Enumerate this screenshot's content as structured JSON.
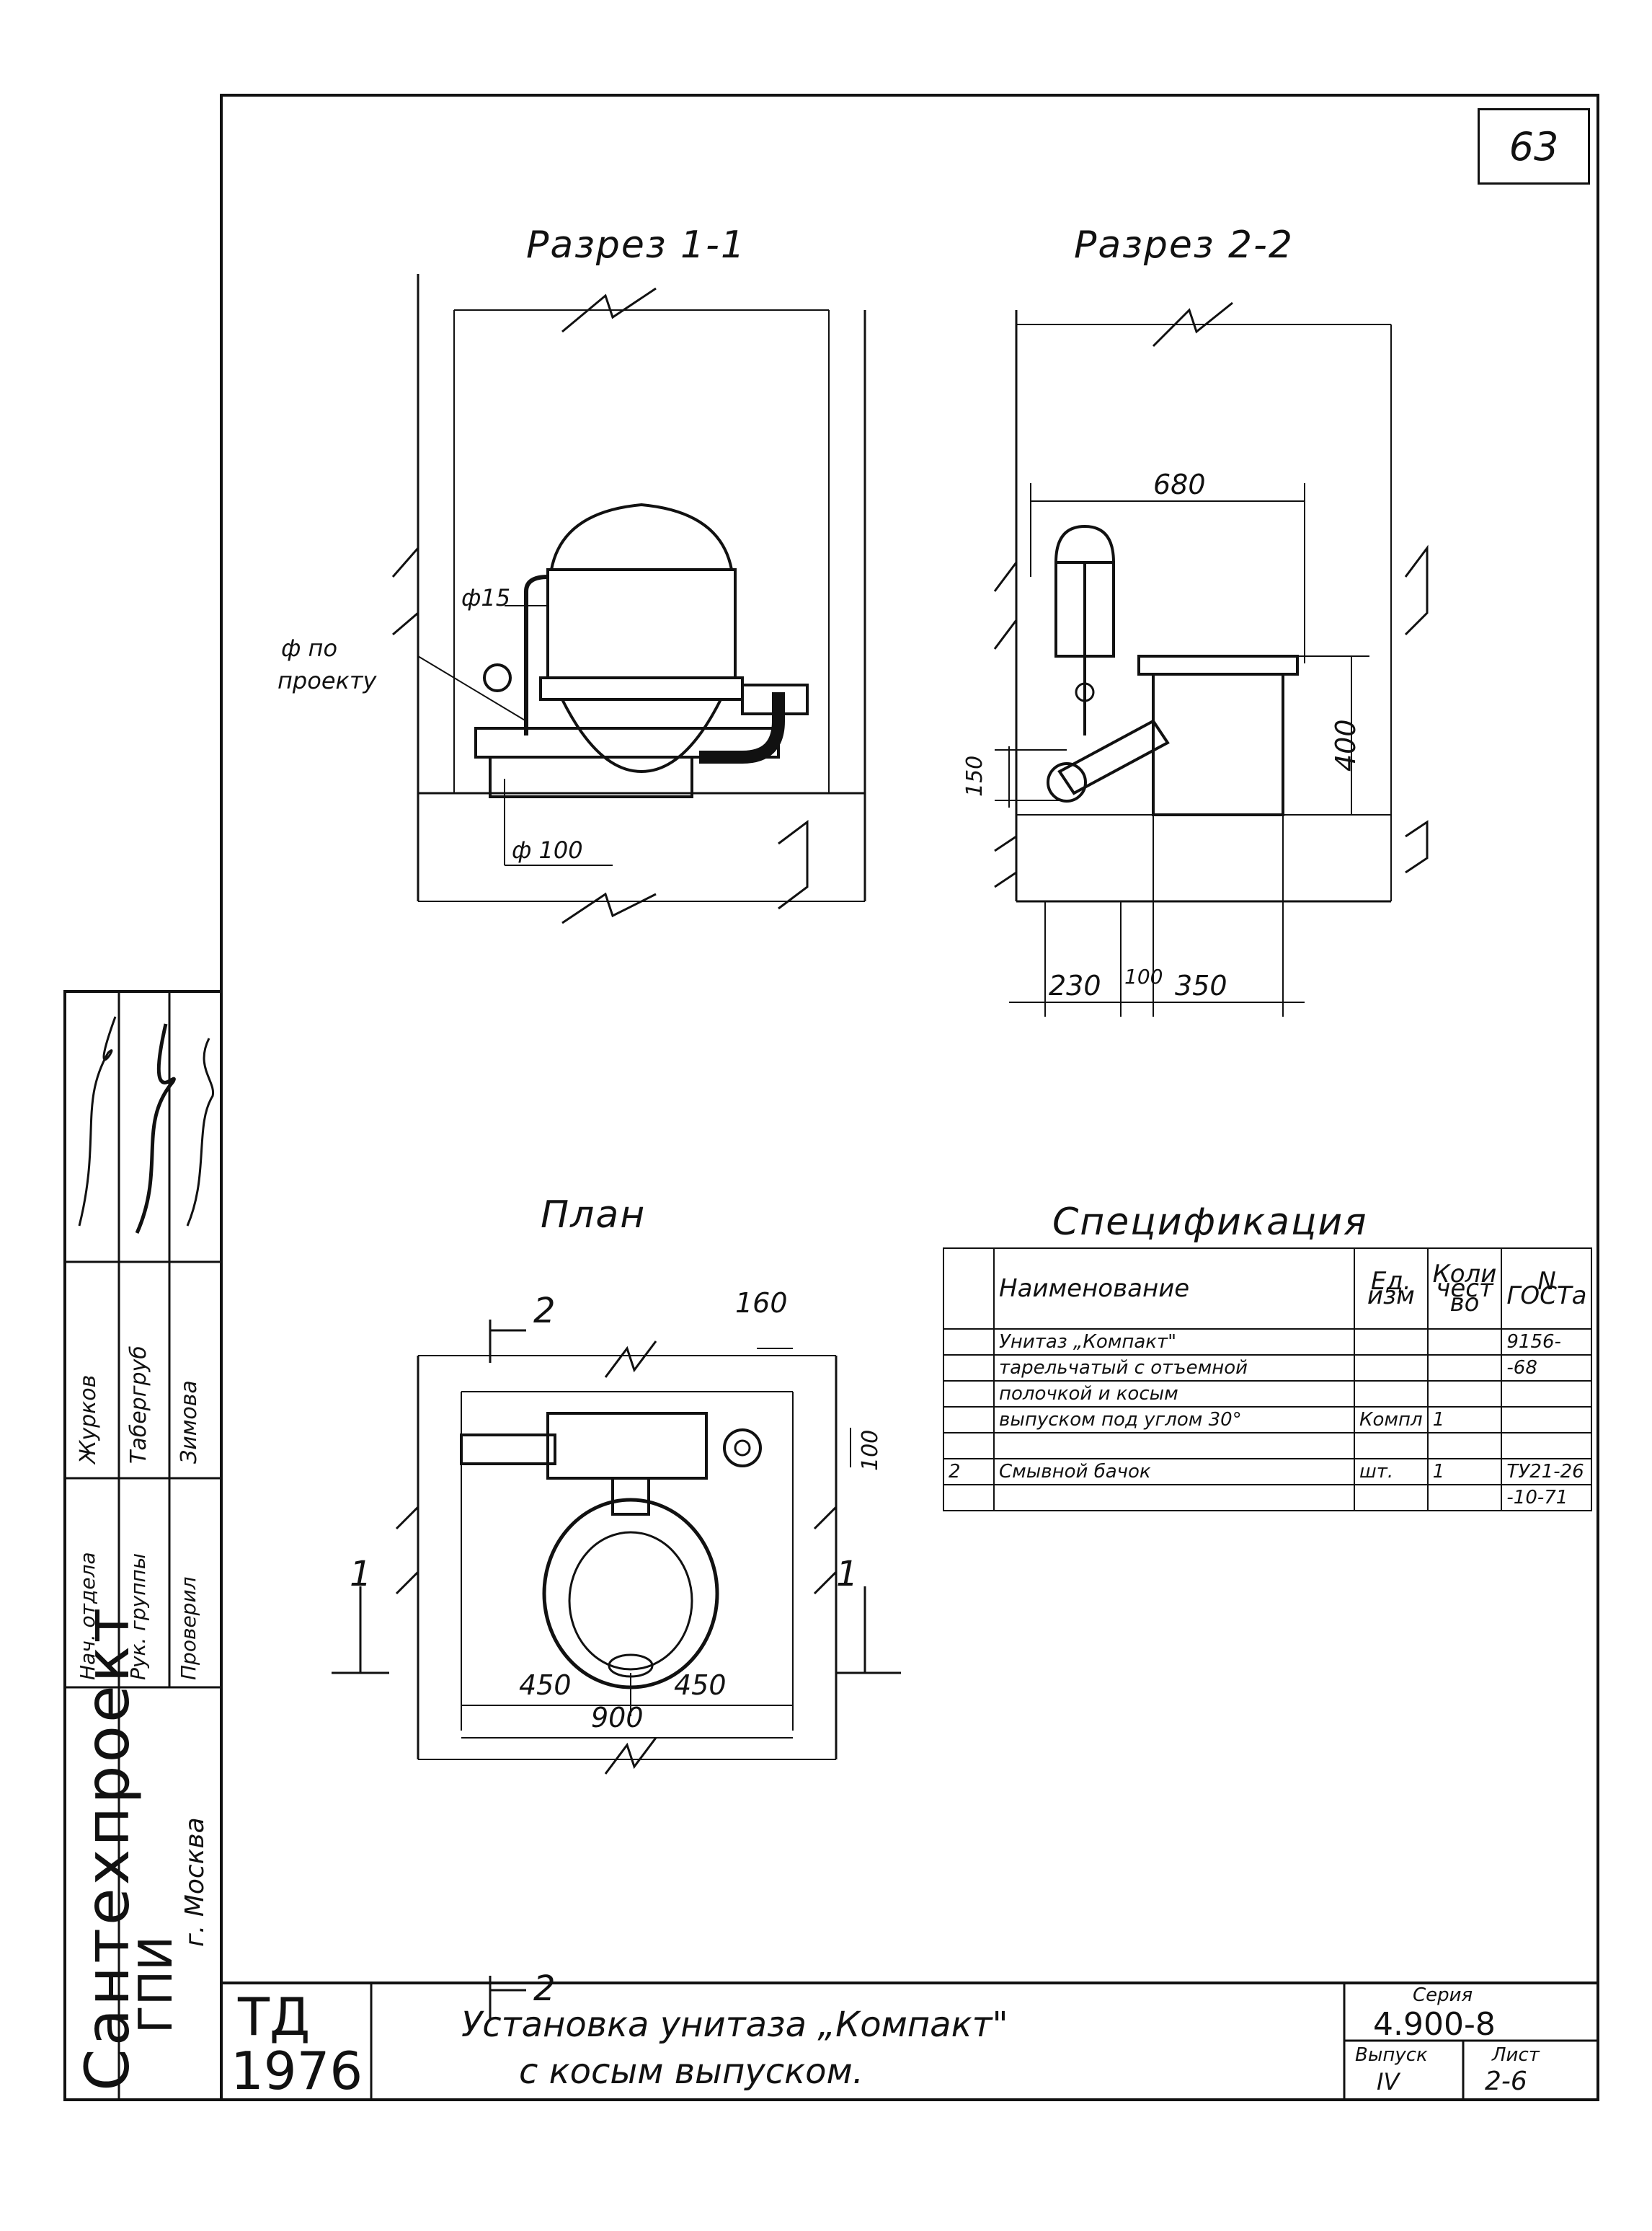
{
  "sheet_number": "63",
  "views": {
    "section_1": {
      "title": "Разрез 1-1",
      "label_d15": "ф15",
      "label_d_project_1": "ф по",
      "label_d_project_2": "проекту",
      "label_d100": "ф 100"
    },
    "section_2": {
      "title": "Разрез 2-2",
      "dims": {
        "top": "680",
        "height": "400",
        "pipe": "150",
        "b1": "230",
        "b2": "100",
        "b3": "350"
      }
    },
    "plan": {
      "title": "План",
      "dims": {
        "tank": "160",
        "offset": "100",
        "left": "450",
        "right": "450",
        "total": "900"
      },
      "cut_2": "2",
      "cut_1": "1"
    }
  },
  "spec": {
    "title": "Спецификация",
    "headers": {
      "name": "Наименование",
      "unit": "Ед. изм",
      "qty": "Коли чест во",
      "gost": "N ГОСТа"
    },
    "rows": [
      {
        "pos": "",
        "name": "Унитаз „Компакт\"",
        "unit": "",
        "qty": "",
        "gost": "9156-"
      },
      {
        "pos": "",
        "name": "тарельчатый с отъемной",
        "unit": "",
        "qty": "",
        "gost": "-68"
      },
      {
        "pos": "",
        "name": "полочкой и косым",
        "unit": "",
        "qty": "",
        "gost": ""
      },
      {
        "pos": "",
        "name": "выпуском под углом 30°",
        "unit": "Компл",
        "qty": "1",
        "gost": ""
      },
      {
        "pos": "",
        "name": "",
        "unit": "",
        "qty": "",
        "gost": ""
      },
      {
        "pos": "2",
        "name": "Смывной бачок",
        "unit": "шт.",
        "qty": "1",
        "gost": "ТУ21-26"
      },
      {
        "pos": "",
        "name": "",
        "unit": "",
        "qty": "",
        "gost": "-10-71"
      }
    ]
  },
  "title_block": {
    "org_1": "ГПИ",
    "org_2": "Сантехпроект",
    "org_city": "г. Москва",
    "roles": [
      "Нач. отдела",
      "Рук. группы",
      "Проверил"
    ],
    "names": [
      "Журков",
      "Табергруб",
      "Зимова"
    ],
    "code": "ТД",
    "year": "1976",
    "title_line1": "Установка унитаза „Компакт\"",
    "title_line2": "с косым выпуском.",
    "series_label": "Серия",
    "series": "4.900-8",
    "issue_label": "Выпуск",
    "issue": "IV",
    "sheet_label": "Лист",
    "sheet": "2-6"
  }
}
